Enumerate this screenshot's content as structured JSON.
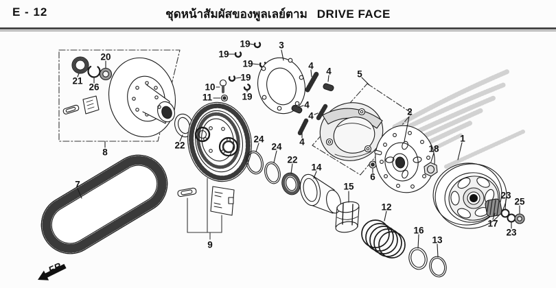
{
  "header": {
    "page_code": "E - 12",
    "title_thai": "ชุดหน้าสัมผัสของพูลเลย์ตาม",
    "title_en": "DRIVE FACE"
  },
  "direction_indicator": {
    "label": "FR."
  },
  "callouts": [
    {
      "text": "1"
    },
    {
      "text": "2"
    },
    {
      "text": "3"
    },
    {
      "text": "4"
    },
    {
      "text": "4"
    },
    {
      "text": "4"
    },
    {
      "text": "4"
    },
    {
      "text": "4"
    },
    {
      "text": "5"
    },
    {
      "text": "6"
    },
    {
      "text": "7"
    },
    {
      "text": "8"
    },
    {
      "text": "9"
    },
    {
      "text": "10"
    },
    {
      "text": "11"
    },
    {
      "text": "12"
    },
    {
      "text": "13"
    },
    {
      "text": "14"
    },
    {
      "text": "15"
    },
    {
      "text": "16"
    },
    {
      "text": "17"
    },
    {
      "text": "18"
    },
    {
      "text": "19"
    },
    {
      "text": "19"
    },
    {
      "text": "19"
    },
    {
      "text": "19"
    },
    {
      "text": "19"
    },
    {
      "text": "20"
    },
    {
      "text": "21"
    },
    {
      "text": "22"
    },
    {
      "text": "22"
    },
    {
      "text": "23"
    },
    {
      "text": "23"
    },
    {
      "text": "24"
    },
    {
      "text": "24"
    },
    {
      "text": "25"
    },
    {
      "text": "26"
    }
  ],
  "colors": {
    "line": "#1a1a1a",
    "label": "#111111",
    "divider_dark": "#474747",
    "divider_light": "#b3b3b3",
    "watermark": "#d2d2d2",
    "background": "#fcfcfc"
  }
}
